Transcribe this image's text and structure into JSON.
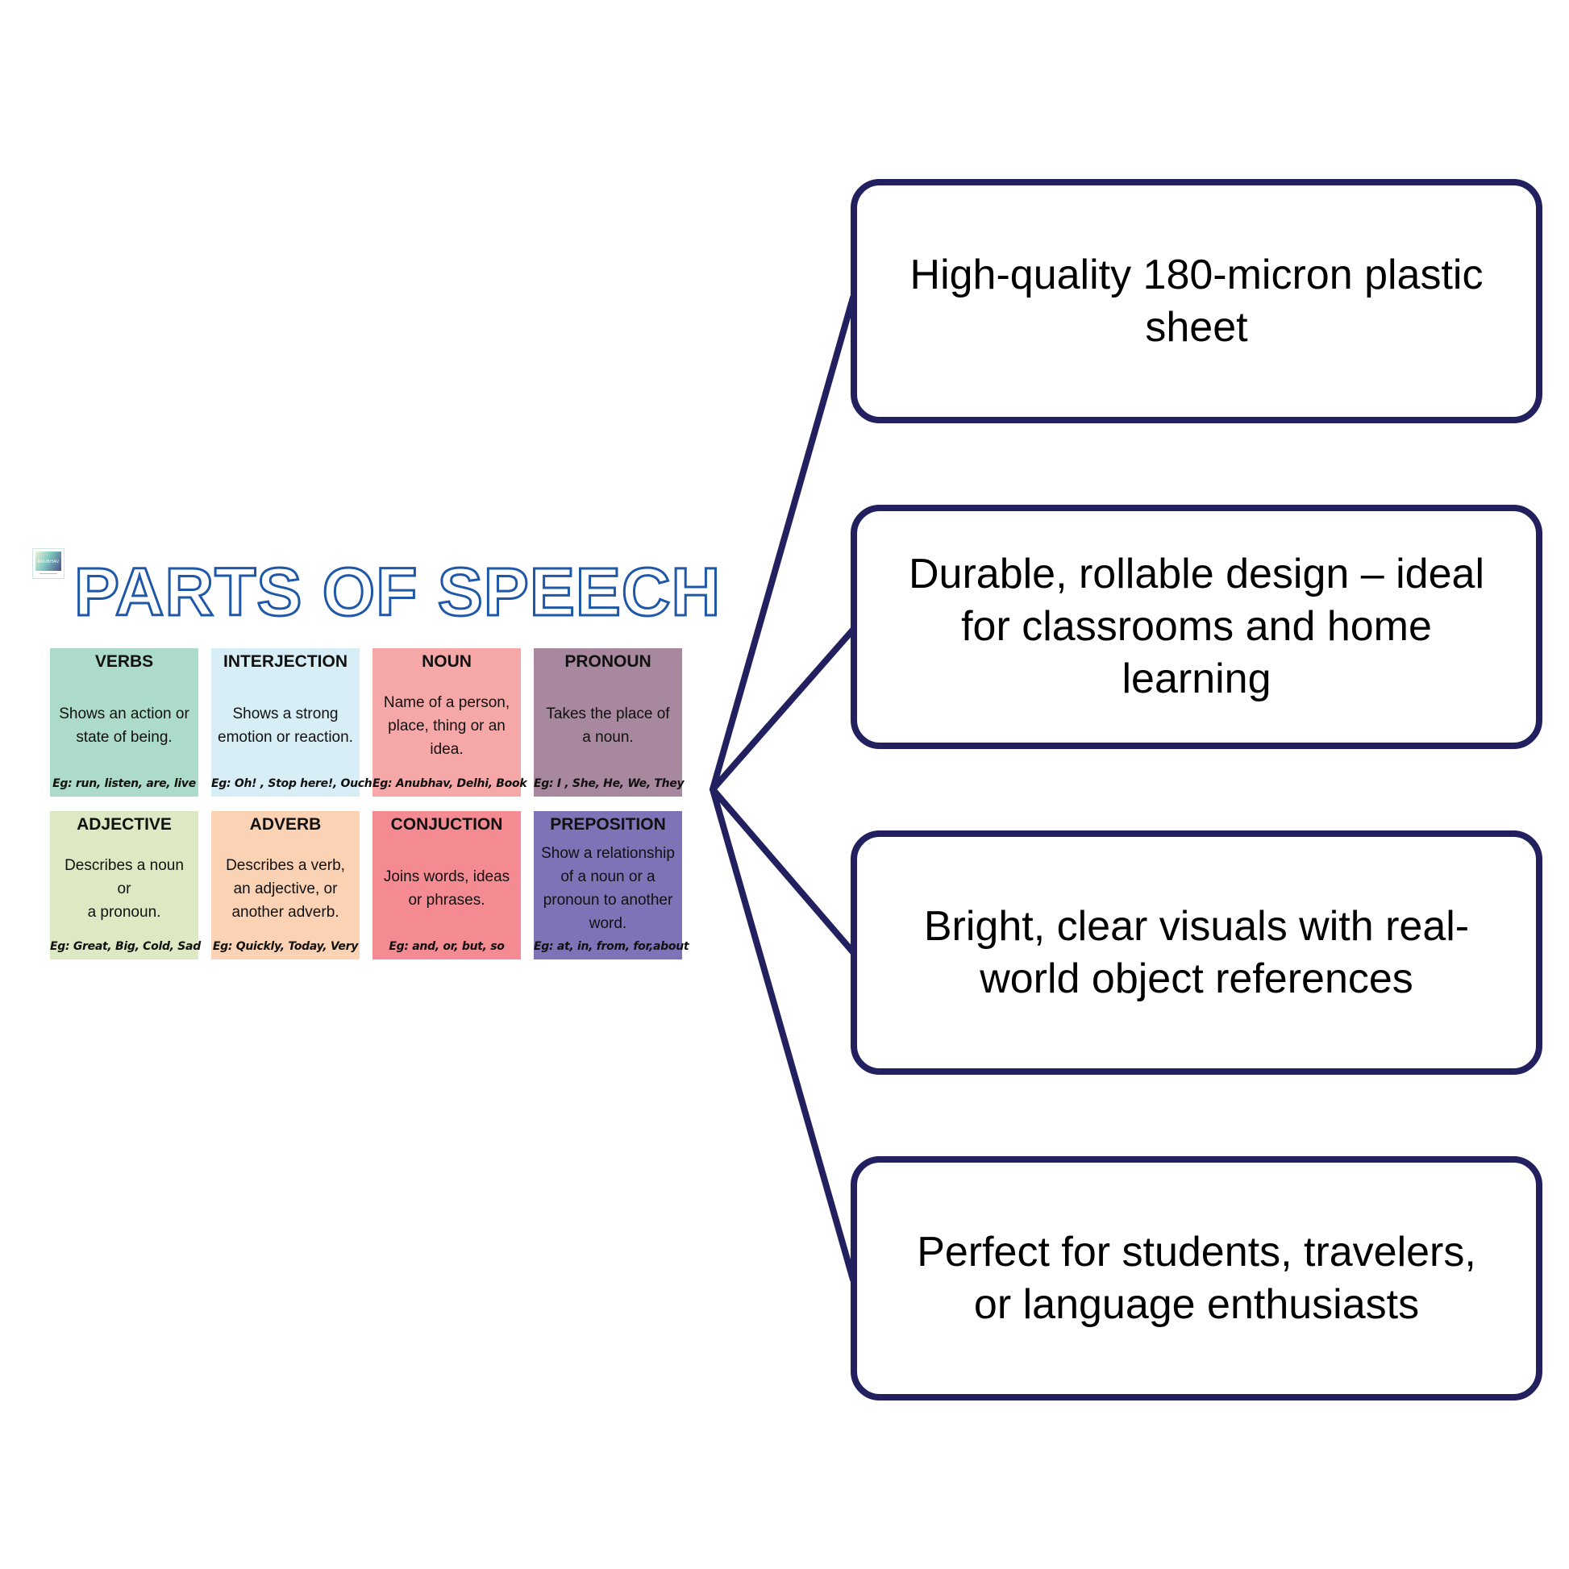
{
  "logo": {
    "text": "ANUBHAV"
  },
  "title": "PARTS OF SPEECH",
  "cards": [
    {
      "title": "VERBS",
      "desc": "Shows an action or\nstate of being.",
      "example": "Eg: run, listen, are, live",
      "color": "#addbc9"
    },
    {
      "title": "INTERJECTION",
      "desc": "Shows a strong\nemotion or reaction.",
      "example": "Eg: Oh! , Stop here!, Ouch!",
      "color": "#d7eef6"
    },
    {
      "title": "NOUN",
      "desc": "Name of a person,\nplace, thing or an\nidea.",
      "example": "Eg: Anubhav, Delhi, Book",
      "color": "#f6a8a8"
    },
    {
      "title": "PRONOUN",
      "desc": "Takes the place of\na noun.",
      "example": "Eg: I , She, He, We, They",
      "color": "#a8889e"
    },
    {
      "title": "ADJECTIVE",
      "desc": "Describes a noun\nor\na pronoun.",
      "example": "Eg: Great, Big, Cold, Sad",
      "color": "#dce9c3"
    },
    {
      "title": "ADVERB",
      "desc": "Describes a verb,\nan adjective, or\nanother adverb.",
      "example": "Eg: Quickly, Today, Very",
      "color": "#fcd2b5"
    },
    {
      "title": "CONJUCTION",
      "desc": "Joins words, ideas\nor phrases.",
      "example": "Eg: and, or, but, so",
      "color": "#f48b93"
    },
    {
      "title": "PREPOSITION",
      "desc": "Show a relationship\nof a noun or a\npronoun to another\nword.",
      "example": "Eg: at, in, from, for,about",
      "color": "#7c74b6"
    }
  ],
  "features": [
    {
      "text": "High-quality 180-micron plastic sheet"
    },
    {
      "text": "Durable, rollable design – ideal for classrooms and home learning"
    },
    {
      "text": "Bright, clear visuals with real-world object references"
    },
    {
      "text": "Perfect for students, travelers, or language enthusiasts"
    }
  ],
  "colors": {
    "connector": "#22205e",
    "title_outline": "#1f58a8"
  }
}
